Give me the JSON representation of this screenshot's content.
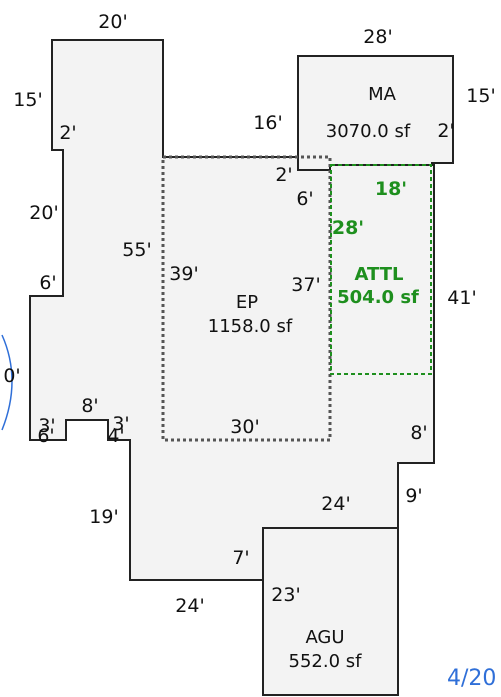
{
  "colors": {
    "outline": "#222222",
    "fill": "#f3f3f3",
    "attl_green": "#1e8f1e",
    "ep_dash": "#555555",
    "ink_blue": "#2f6fd8"
  },
  "areas": {
    "ma": {
      "name": "MA",
      "sf": "3070.0 sf"
    },
    "ep": {
      "name": "EP",
      "sf": "1158.0 sf"
    },
    "attl": {
      "name": "ATTL",
      "sf": "504.0 sf"
    },
    "agu": {
      "name": "AGU",
      "sf": "552.0 sf"
    }
  },
  "dimensions": {
    "top_left_width": "20'",
    "left_upper": "15'",
    "step_upper": "2'",
    "left_mid": "20'",
    "step_mid": "6'",
    "left_edge_cut": "0'",
    "notch_left": "3'",
    "notch_top": "8'",
    "notch_right": "3'",
    "notch_down_left": "6'",
    "notch_down_right": "4'",
    "lower_left": "19'",
    "bottom_left": "24'",
    "agu_top": "7'",
    "agu_side": "23'",
    "ep_left": "55'",
    "ep_inner_left": "39'",
    "ep_right": "37'",
    "ep_bottom": "30'",
    "ma_top": "28'",
    "ma_left": "16'",
    "ma_right": "15'",
    "ma_step_right": "2'",
    "ma_step_left": "2'",
    "ma_drop": "6'",
    "attl_top": "18'",
    "attl_left": "28'",
    "right_long": "41'",
    "right_step": "8'",
    "right_lower": "9'",
    "mid_lower": "24'"
  },
  "annotation": "4/20"
}
